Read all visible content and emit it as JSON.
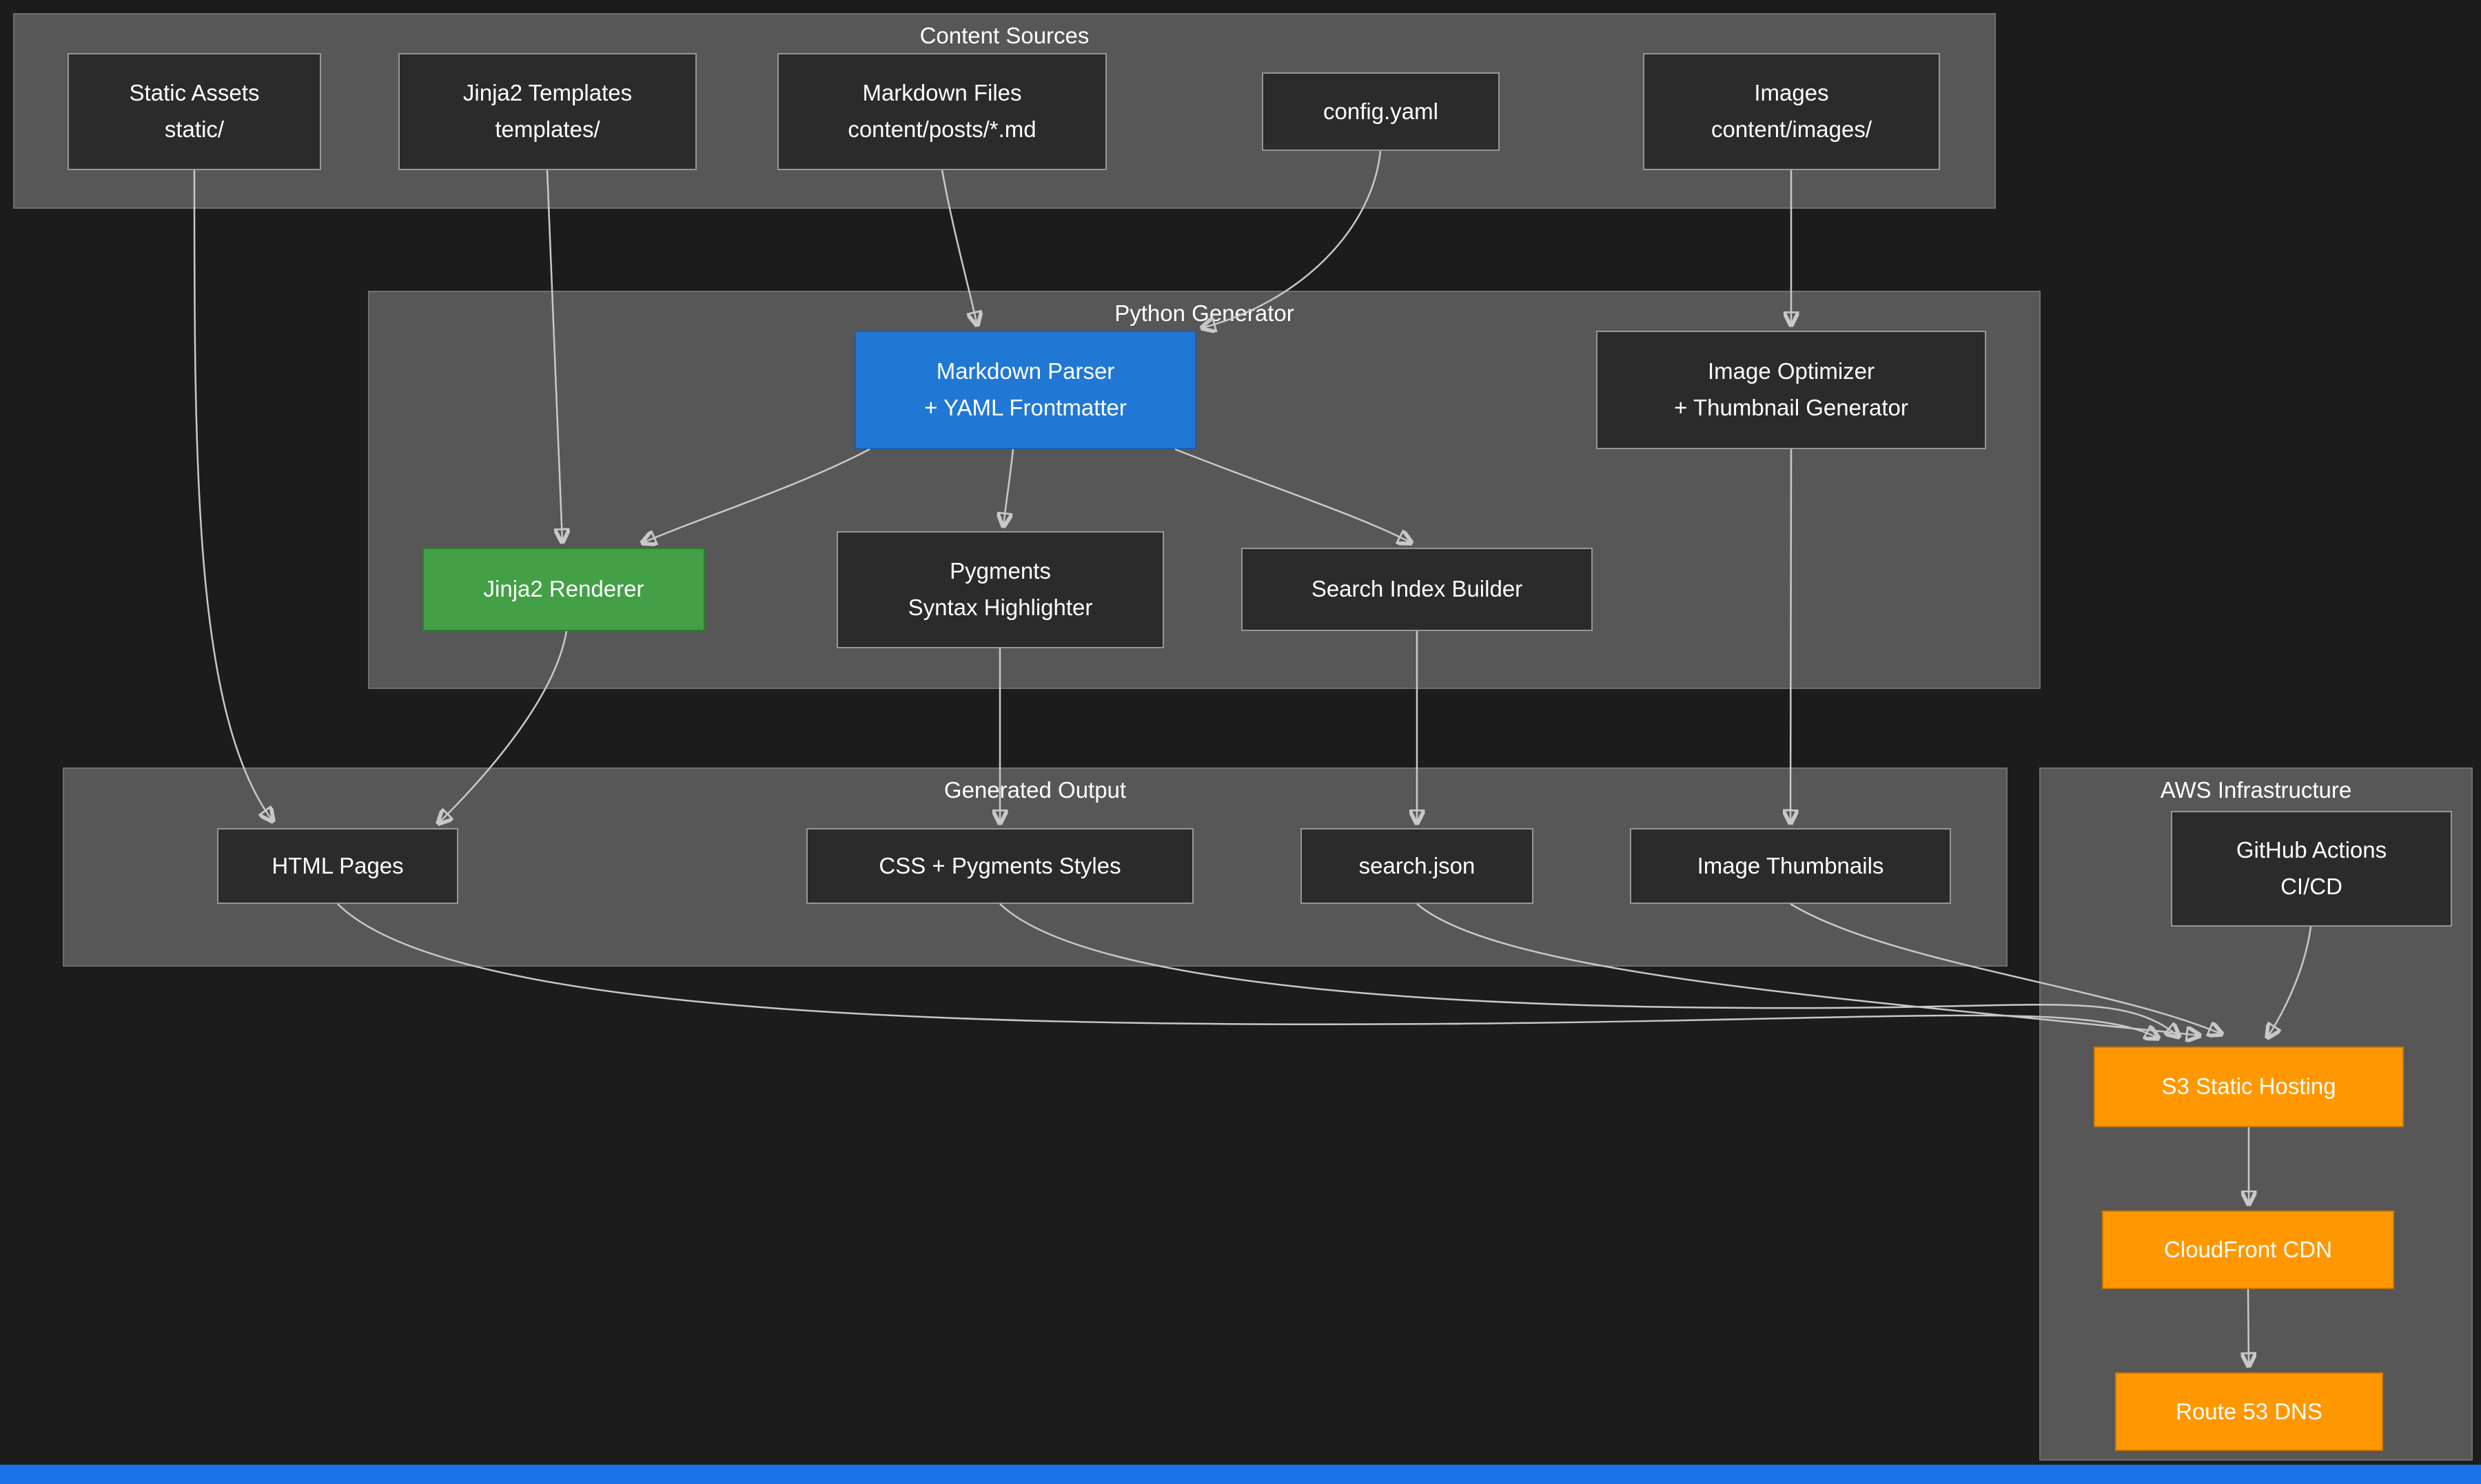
{
  "colors": {
    "background": "#1c1c1c",
    "container_fill": "#575757",
    "container_border": "#6f6f6f",
    "node_fill": "#2b2b2b",
    "node_border": "#969696",
    "parser_node_blue": "#2178d4",
    "renderer_node_green": "#43a047",
    "aws_node_orange": "#ff9800",
    "edge_color": "#c8c8c8",
    "text_color": "#ffffff",
    "bottom_bar_blue": "#1a73e8"
  },
  "groups": {
    "content_sources": {
      "title": "Content Sources"
    },
    "python_generator": {
      "title": "Python Generator"
    },
    "generated_output": {
      "title": "Generated Output"
    },
    "aws_infrastructure": {
      "title": "AWS Infrastructure"
    }
  },
  "nodes": {
    "static_assets": {
      "line1": "Static Assets",
      "line2": "static/"
    },
    "jinja2_templates": {
      "line1": "Jinja2 Templates",
      "line2": "templates/"
    },
    "markdown_files": {
      "line1": "Markdown Files",
      "line2": "content/posts/*.md"
    },
    "config_yaml": {
      "line1": "config.yaml"
    },
    "images": {
      "line1": "Images",
      "line2": "content/images/"
    },
    "markdown_parser": {
      "line1": "Markdown Parser",
      "line2": "+ YAML Frontmatter"
    },
    "image_optimizer": {
      "line1": "Image Optimizer",
      "line2": "+ Thumbnail Generator"
    },
    "jinja2_renderer": {
      "line1": "Jinja2 Renderer"
    },
    "pygments_highlighter": {
      "line1": "Pygments",
      "line2": "Syntax Highlighter"
    },
    "search_index_builder": {
      "line1": "Search Index Builder"
    },
    "html_pages": {
      "line1": "HTML Pages"
    },
    "css_pygments_styles": {
      "line1": "CSS + Pygments Styles"
    },
    "search_json": {
      "line1": "search.json"
    },
    "image_thumbnails": {
      "line1": "Image Thumbnails"
    },
    "github_actions": {
      "line1": "GitHub Actions",
      "line2": "CI/CD"
    },
    "s3_static_hosting": {
      "line1": "S3 Static Hosting"
    },
    "cloudfront_cdn": {
      "line1": "CloudFront CDN"
    },
    "route53_dns": {
      "line1": "Route 53 DNS"
    }
  }
}
